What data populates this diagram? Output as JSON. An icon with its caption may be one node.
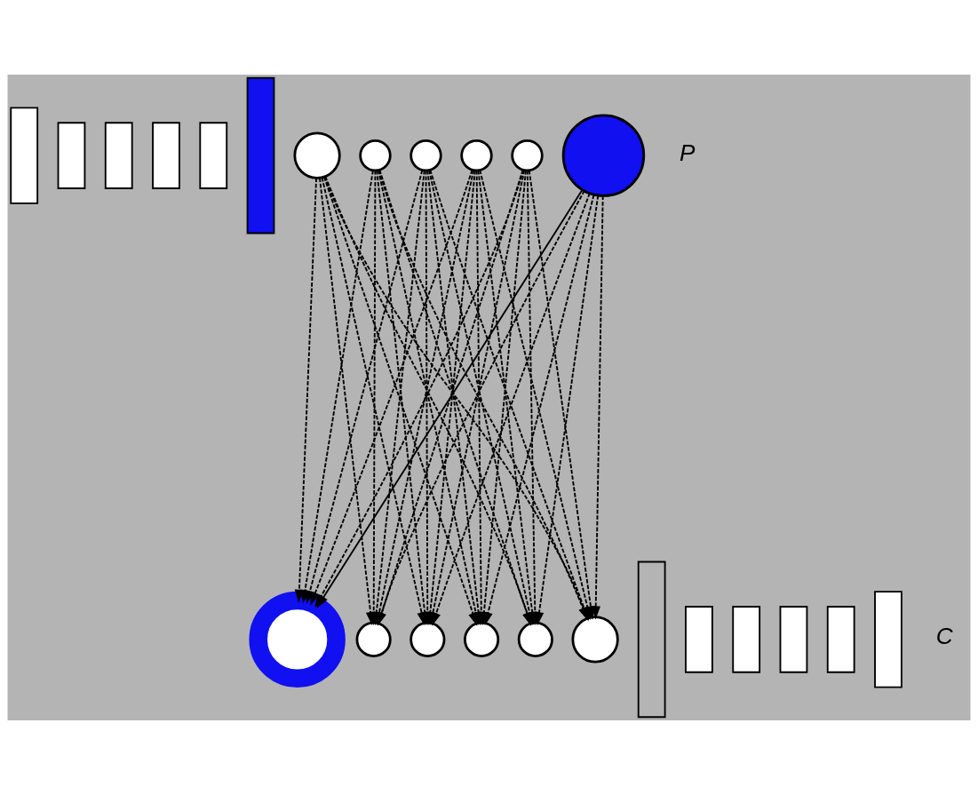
{
  "diagram": {
    "nodes": [
      {
        "text": [],
        "shape": "bar"
      },
      {
        "text": [],
        "shape": "bar"
      },
      {
        "text": [],
        "shape": "bar"
      },
      {
        "text": [],
        "shape": "bar"
      },
      {
        "text": [],
        "shape": "bar"
      },
      {
        "text": [],
        "shape": "bar"
      },
      {
        "text": [],
        "shape": "circle"
      },
      {
        "text": [],
        "shape": "circle"
      },
      {
        "text": [],
        "shape": "circle"
      },
      {
        "text": [],
        "shape": "circle"
      },
      {
        "text": [],
        "shape": "circle"
      },
      {
        "text": [],
        "shape": "circle"
      },
      {
        "text": [],
        "shape": "bar"
      },
      {
        "text": [],
        "shape": "bar"
      },
      {
        "text": [],
        "shape": "bar"
      },
      {
        "text": [],
        "shape": "bar"
      },
      {
        "text": [],
        "shape": "bar"
      },
      {
        "text": [],
        "shape": "bar"
      },
      {
        "text": [],
        "shape": "circle"
      },
      {
        "text": [],
        "shape": "circle"
      },
      {
        "text": [],
        "shape": "circle"
      },
      {
        "text": [],
        "shape": "circle"
      },
      {
        "text": [],
        "shape": "circle"
      },
      {
        "text": [],
        "shape": "circle"
      }
    ],
    "edges": [
      {
        "from": 6,
        "to": 18,
        "arrow": "to",
        "style": "dashed"
      },
      {
        "from": 6,
        "to": 19,
        "arrow": "to",
        "style": "dashed"
      },
      {
        "from": 6,
        "to": 20,
        "arrow": "to",
        "style": "dashed"
      },
      {
        "from": 6,
        "to": 21,
        "arrow": "to",
        "style": "dashed"
      },
      {
        "from": 6,
        "to": 22,
        "arrow": "to",
        "style": "dashed"
      },
      {
        "from": 6,
        "to": 23,
        "arrow": "to",
        "style": "dashed"
      },
      {
        "from": 7,
        "to": 18,
        "arrow": "to",
        "style": "dashed"
      },
      {
        "from": 7,
        "to": 19,
        "arrow": "to",
        "style": "dashed"
      },
      {
        "from": 7,
        "to": 20,
        "arrow": "to",
        "style": "dashed"
      },
      {
        "from": 7,
        "to": 21,
        "arrow": "to",
        "style": "dashed"
      },
      {
        "from": 7,
        "to": 22,
        "arrow": "to",
        "style": "dashed"
      },
      {
        "from": 7,
        "to": 23,
        "arrow": "to",
        "style": "dashed"
      },
      {
        "from": 8,
        "to": 18,
        "arrow": "to",
        "style": "dashed"
      },
      {
        "from": 8,
        "to": 19,
        "arrow": "to",
        "style": "dashed"
      },
      {
        "from": 8,
        "to": 20,
        "arrow": "to",
        "style": "dashed"
      },
      {
        "from": 8,
        "to": 21,
        "arrow": "to",
        "style": "dashed"
      },
      {
        "from": 8,
        "to": 22,
        "arrow": "to",
        "style": "dashed"
      },
      {
        "from": 8,
        "to": 23,
        "arrow": "to",
        "style": "dashed"
      },
      {
        "from": 9,
        "to": 18,
        "arrow": "to",
        "style": "dashed"
      },
      {
        "from": 9,
        "to": 19,
        "arrow": "to",
        "style": "dashed"
      },
      {
        "from": 9,
        "to": 20,
        "arrow": "to",
        "style": "dashed"
      },
      {
        "from": 9,
        "to": 21,
        "arrow": "to",
        "style": "dashed"
      },
      {
        "from": 9,
        "to": 22,
        "arrow": "to",
        "style": "dashed"
      },
      {
        "from": 9,
        "to": 23,
        "arrow": "to",
        "style": "dashed"
      },
      {
        "from": 10,
        "to": 18,
        "arrow": "to",
        "style": "dashed"
      },
      {
        "from": 10,
        "to": 19,
        "arrow": "to",
        "style": "dashed"
      },
      {
        "from": 10,
        "to": 20,
        "arrow": "to",
        "style": "dashed"
      },
      {
        "from": 10,
        "to": 21,
        "arrow": "to",
        "style": "dashed"
      },
      {
        "from": 10,
        "to": 22,
        "arrow": "to",
        "style": "dashed"
      },
      {
        "from": 10,
        "to": 23,
        "arrow": "to",
        "style": "dashed"
      },
      {
        "from": 11,
        "to": 18,
        "arrow": "to"
      },
      {
        "from": 11,
        "to": 19,
        "arrow": "to",
        "style": "dashed"
      },
      {
        "from": 11,
        "to": 20,
        "arrow": "to",
        "style": "dashed"
      },
      {
        "from": 11,
        "to": 21,
        "arrow": "to",
        "style": "dashed"
      },
      {
        "from": 11,
        "to": 22,
        "arrow": "to",
        "style": "dashed"
      },
      {
        "from": 11,
        "to": 23,
        "arrow": "to",
        "style": "dashed"
      }
    ],
    "labels": [
      "P",
      "C"
    ]
  }
}
